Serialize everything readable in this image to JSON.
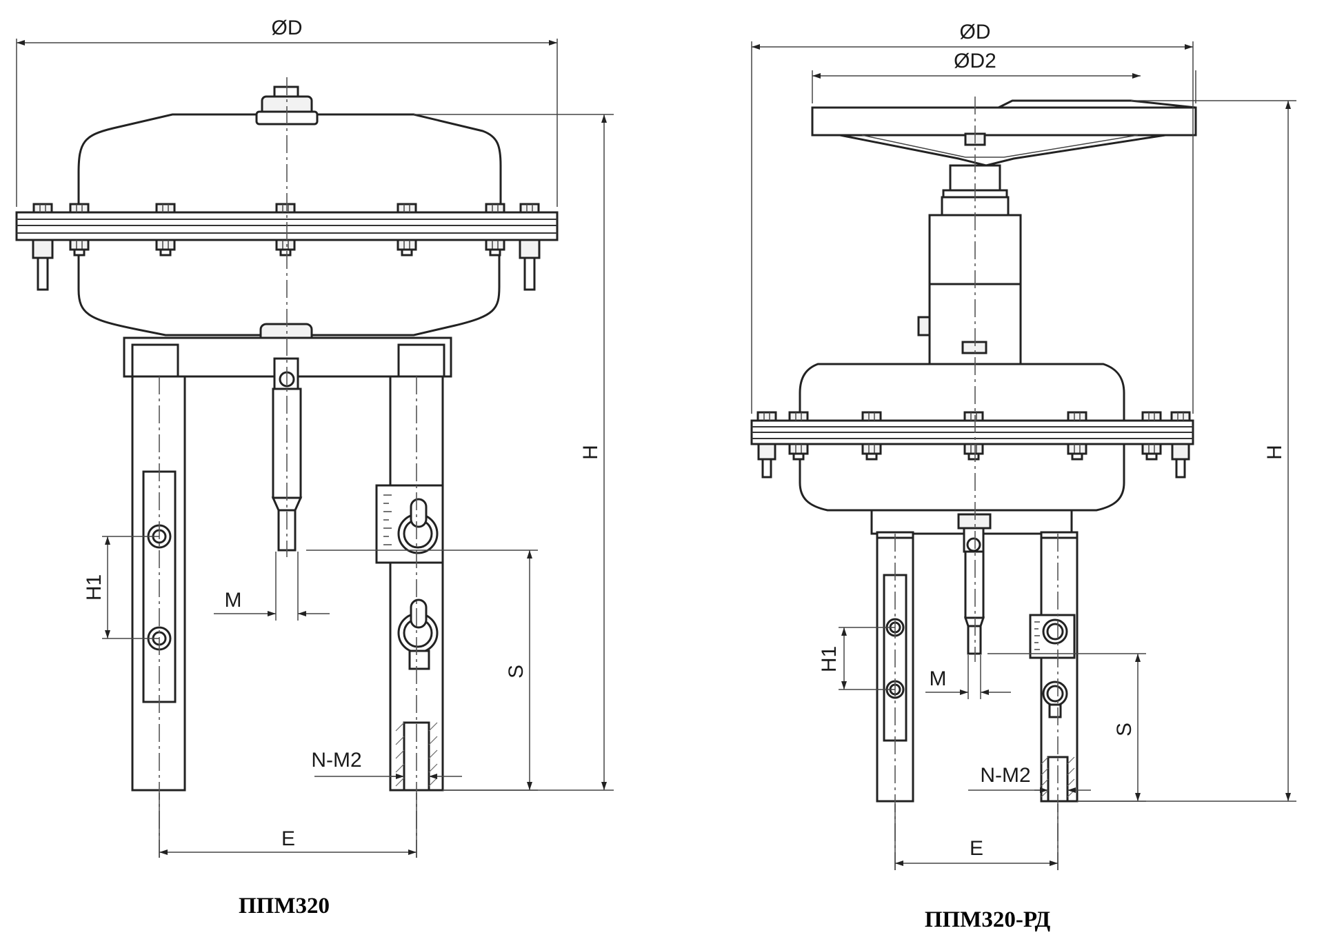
{
  "left_view": {
    "caption": "ППМ320",
    "dims": {
      "dia_d": "ØD",
      "height": "H",
      "h1": "H1",
      "m": "M",
      "stroke": "S",
      "thread": "N-M2",
      "e": "E"
    }
  },
  "right_view": {
    "caption": "ППМ320-РД",
    "dims": {
      "dia_d": "ØD",
      "dia_d2": "ØD2",
      "height": "H",
      "h1": "H1",
      "m": "M",
      "stroke": "S",
      "thread": "N-M2",
      "e": "E"
    }
  }
}
